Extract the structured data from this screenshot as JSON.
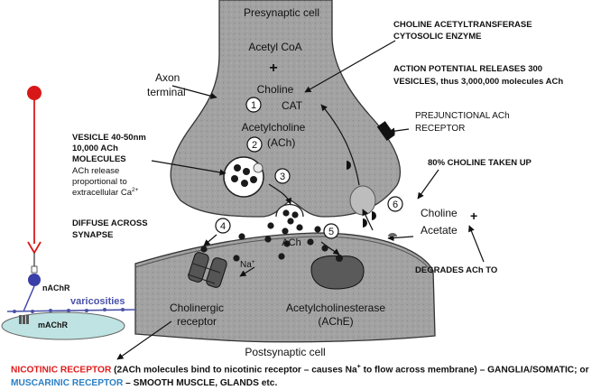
{
  "labels": {
    "presynaptic_cell": "Presynaptic cell",
    "acetyl_coa": "Acetyl CoA",
    "plus": "+",
    "choline_top": "Choline",
    "cat": "CAT",
    "acetylcholine": "Acetylcholine",
    "ach_paren": "(ACh)",
    "axon_terminal_1": "Axon",
    "axon_terminal_2": "terminal",
    "cat_enzyme_1": "CHOLINE ACETYLTRANSFERASE",
    "cat_enzyme_2": "CYTOSOLIC ENZYME",
    "ap_releases_1": "ACTION POTENTIAL RELEASES 300",
    "ap_releases_2": "VESICLES, thus 3,000,000 molecules ACh",
    "prejunctional_1": "PREJUNCTIONAL ACh",
    "prejunctional_2": "RECEPTOR",
    "choline_uptake": "80% CHOLINE TAKEN UP",
    "vesicle_1": "VESICLE 40-50nm",
    "vesicle_2": "10,000 ACh",
    "vesicle_3": "MOLECULES",
    "vesicle_4": "ACh release",
    "vesicle_5": "proportional to",
    "vesicle_6": "extracellular Ca",
    "vesicle_6_sup": "2+",
    "diffuse_1": "DIFFUSE ACROSS",
    "diffuse_2": "SYNAPSE",
    "choline_right": "Choline",
    "plus_right": "+",
    "acetate": "Acetate",
    "degrades": "DEGRADES ACh TO",
    "ach_cleft": "ACh",
    "na": "Na",
    "na_sup": "+",
    "cholinergic_1": "Cholinergic",
    "cholinergic_2": "receptor",
    "ache_1": "Acetylcholinesterase",
    "ache_2": "(AChE)",
    "postsynaptic_cell": "Postsynaptic cell",
    "nachr": "nAChR",
    "varicosities": "varicosities",
    "machr": "mAChR",
    "step_1": "1",
    "step_2": "2",
    "step_3": "3",
    "step_4": "4",
    "step_5": "5",
    "step_6": "6"
  },
  "caption": {
    "nicotinic": "NICOTINIC RECEPTOR",
    "part1": " (2ACh molecules bind to nicotinic receptor – causes Na",
    "part1_sup": "+",
    "part2": " to flow across membrane) – GANGLIA/SOMATIC; or ",
    "muscarinic": "MUSCARINIC RECEPTOR",
    "part3": " – SMOOTH MUSCLE, GLANDS etc."
  },
  "colors": {
    "nicotinic": "#e01b1b",
    "muscarinic": "#2a7fc4",
    "neuron_ball": "#d81818",
    "varicosities": "#4a52a8",
    "membrane_fill": "#9a9a9a",
    "cleft": "#ffffff"
  }
}
